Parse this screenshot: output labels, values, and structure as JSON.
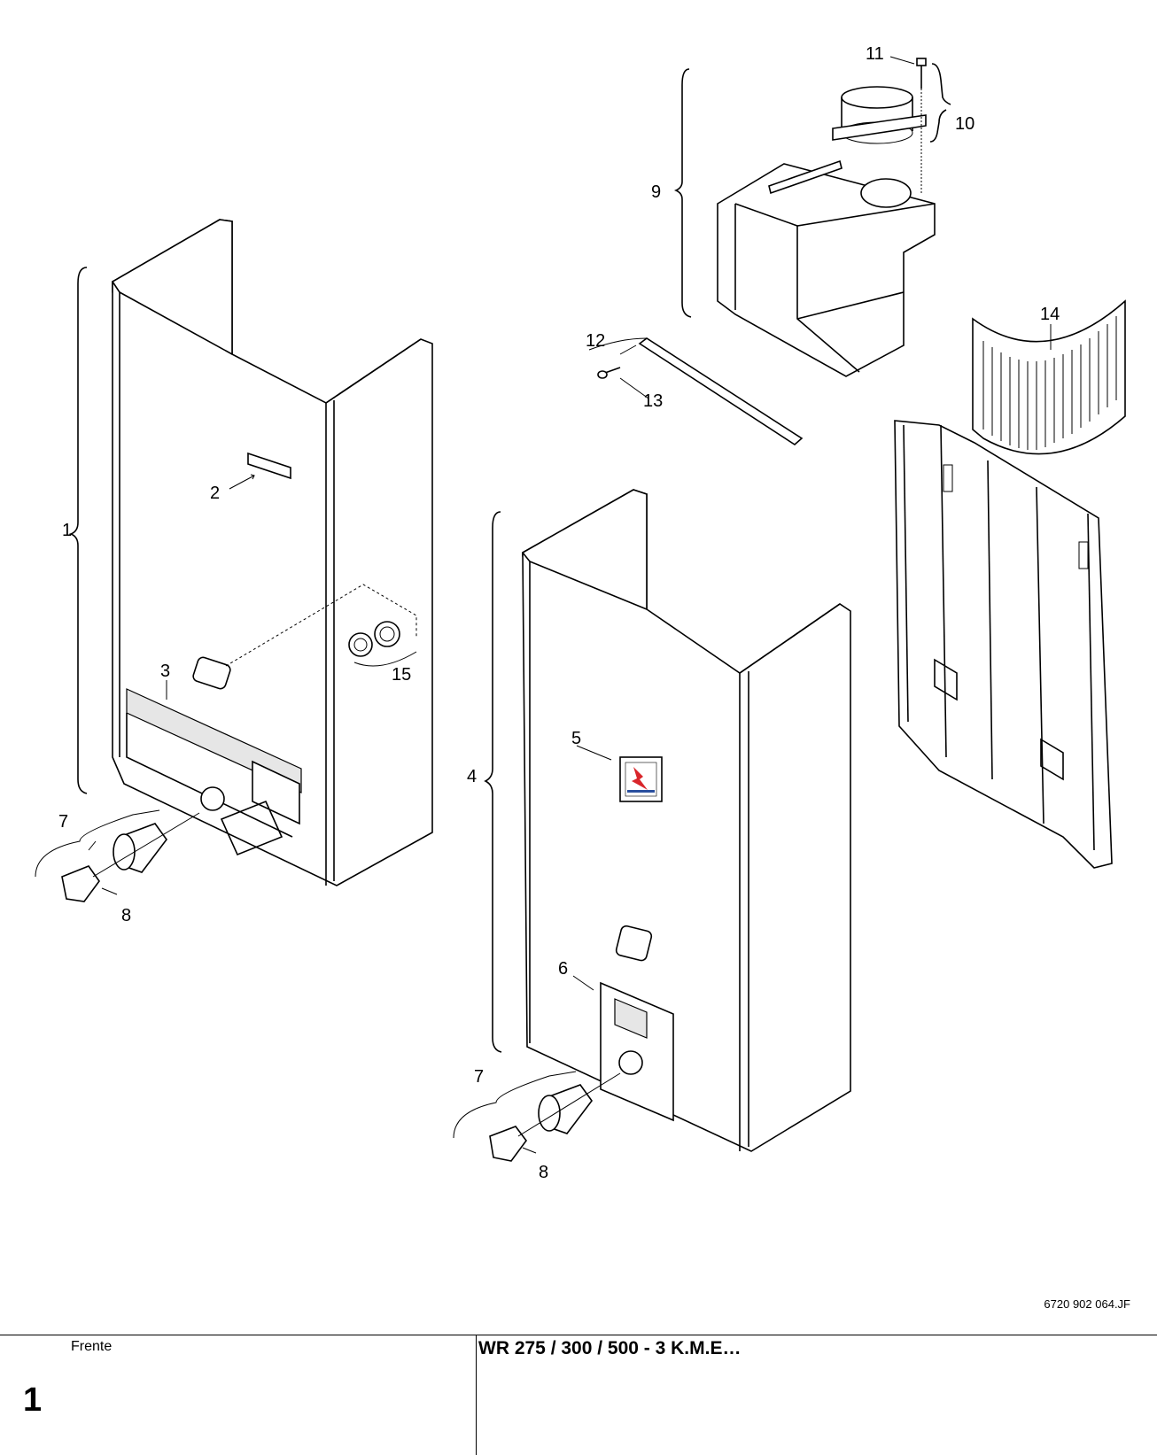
{
  "doc_code": "6720 902 064.JF",
  "footer": {
    "section": "Frente",
    "figure_number": "1",
    "model": "WR 275 / 300 / 500 - 3 K.M.E…"
  },
  "callouts": {
    "c1": "1",
    "c2": "2",
    "c3": "3",
    "c4": "4",
    "c5": "5",
    "c6": "6",
    "c7a": "7",
    "c7b": "7",
    "c8a": "8",
    "c8b": "8",
    "c9": "9",
    "c10": "10",
    "c11": "11",
    "c12": "12",
    "c13": "13",
    "c14": "14",
    "c15": "15"
  },
  "colors": {
    "logo_red": "#d9262b",
    "logo_blue": "#2a4f9e"
  }
}
